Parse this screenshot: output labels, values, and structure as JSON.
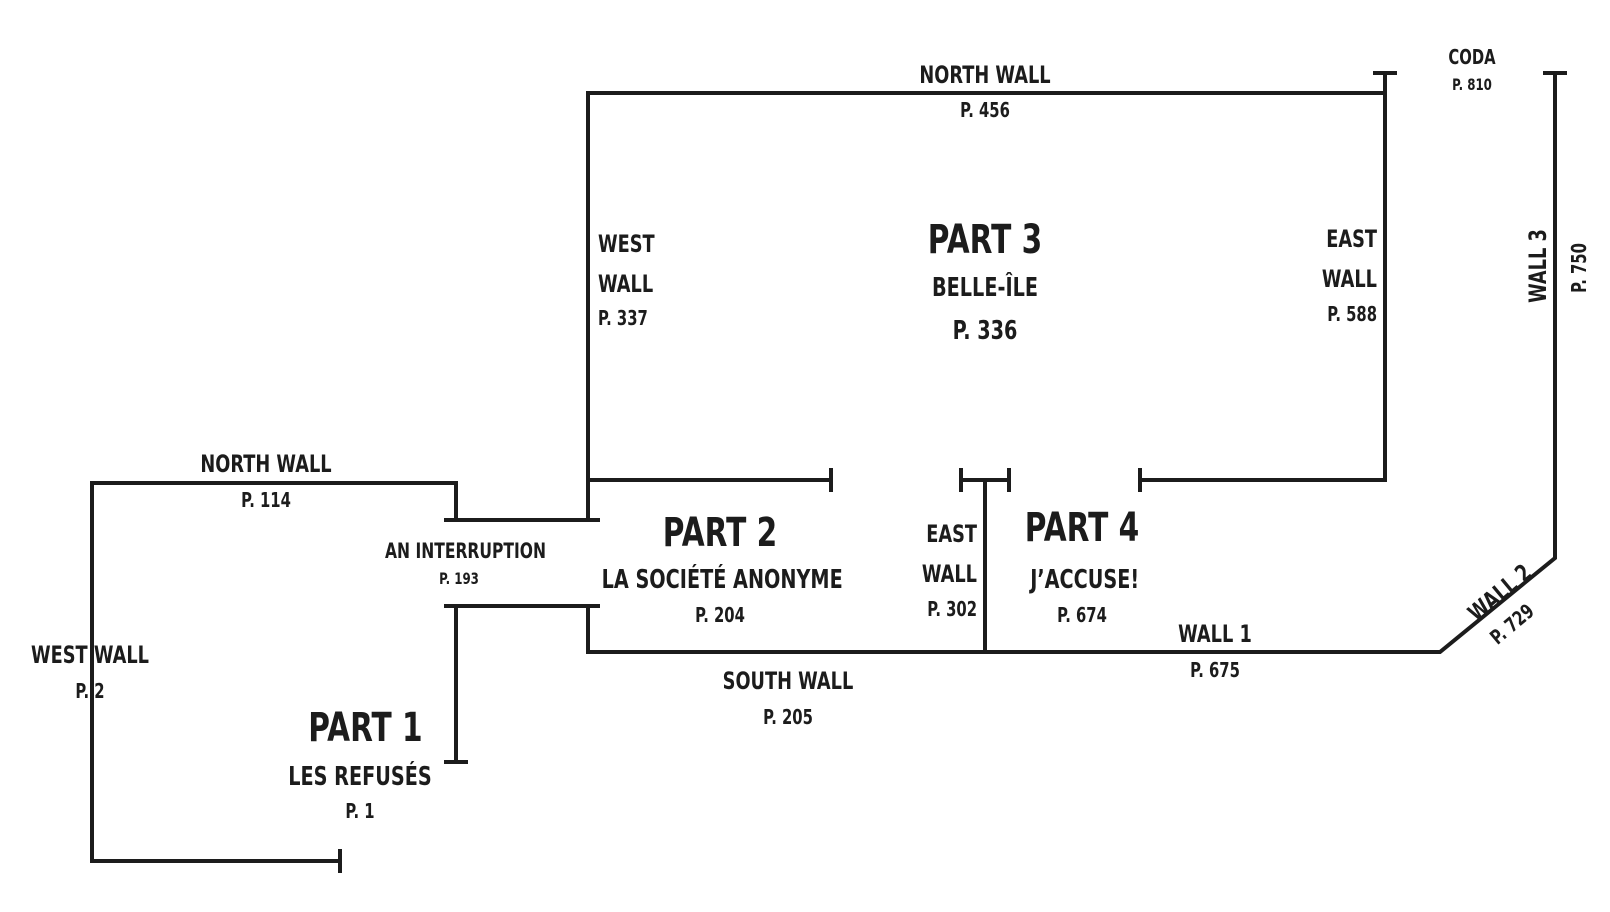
{
  "parts": [
    {
      "title": "PART 1",
      "subtitle": "LES REFUSÉS",
      "page": "P. 1"
    },
    {
      "title": "PART 2",
      "subtitle": "LA SOCIÉTÉ ANONYME",
      "page": "P. 204"
    },
    {
      "title": "PART 3",
      "subtitle": "BELLE-ÎLE",
      "page": "P. 336"
    },
    {
      "title": "PART 4",
      "subtitle": "J’ACCUSE!",
      "page": "P. 674"
    }
  ],
  "part1_walls": {
    "north": {
      "label": "NORTH WALL",
      "page": "P. 114"
    },
    "west": {
      "label": "WEST WALL",
      "page": "P. 2"
    }
  },
  "interruption": {
    "label": "AN INTERRUPTION",
    "page": "P. 193"
  },
  "part2_walls": {
    "south": {
      "label": "SOUTH WALL",
      "page": "P. 205"
    },
    "east": {
      "line1": "EAST",
      "line2": "WALL",
      "page": "P. 302"
    }
  },
  "part3_walls": {
    "north": {
      "label": "NORTH WALL",
      "page": "P. 456"
    },
    "west": {
      "line1": "WEST",
      "line2": "WALL",
      "page": "P.  337"
    },
    "east": {
      "line1": "EAST",
      "line2": "WALL",
      "page": "P. 588"
    }
  },
  "part4_walls": {
    "wall1": {
      "label": "WALL 1",
      "page": "P. 675"
    },
    "wall2": {
      "label": "WALL 2",
      "page": "P. 729"
    },
    "wall3": {
      "label": "WALL 3",
      "page": "P. 750"
    }
  },
  "coda": {
    "label": "CODA",
    "page": "P. 810"
  },
  "colors": {
    "ink": "#1c1c1c",
    "background": "#ffffff"
  }
}
